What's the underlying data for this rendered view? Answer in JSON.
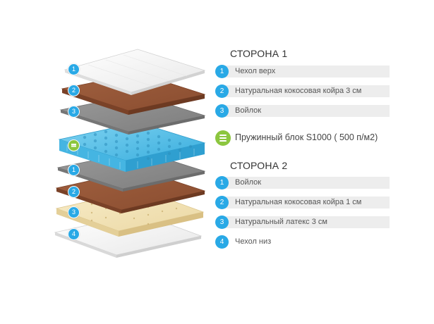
{
  "side1": {
    "title": "СТОРОНА 1",
    "items": [
      {
        "num": "1",
        "label": "Чехол верх"
      },
      {
        "num": "2",
        "label": "Натуральная кокосовая койра 3 см"
      },
      {
        "num": "3",
        "label": "Войлок"
      }
    ]
  },
  "spring": {
    "label": "Пружинный блок S1000 ( 500 п/м2)",
    "icon": "spring-block-icon"
  },
  "side2": {
    "title": "СТОРОНА 2",
    "items": [
      {
        "num": "1",
        "label": "Войлок"
      },
      {
        "num": "2",
        "label": "Натуральная кокосовая койра 1 см"
      },
      {
        "num": "3",
        "label": "Натуральный латекс 3 см"
      },
      {
        "num": "4",
        "label": "Чехол низ"
      }
    ]
  },
  "layer_badges": {
    "top": [
      "1",
      "2",
      "3"
    ],
    "bottom": [
      "1",
      "2",
      "3",
      "4"
    ]
  },
  "colors": {
    "accent_blue": "#29a9e6",
    "spring_green": "#8cc63f",
    "row_bg": "#ededed",
    "coir_brown": "#9a5a3a",
    "felt_gray": "#8f8f8f",
    "latex_cream": "#f3e3b8",
    "spring_cyan": "#5cc4ea"
  }
}
